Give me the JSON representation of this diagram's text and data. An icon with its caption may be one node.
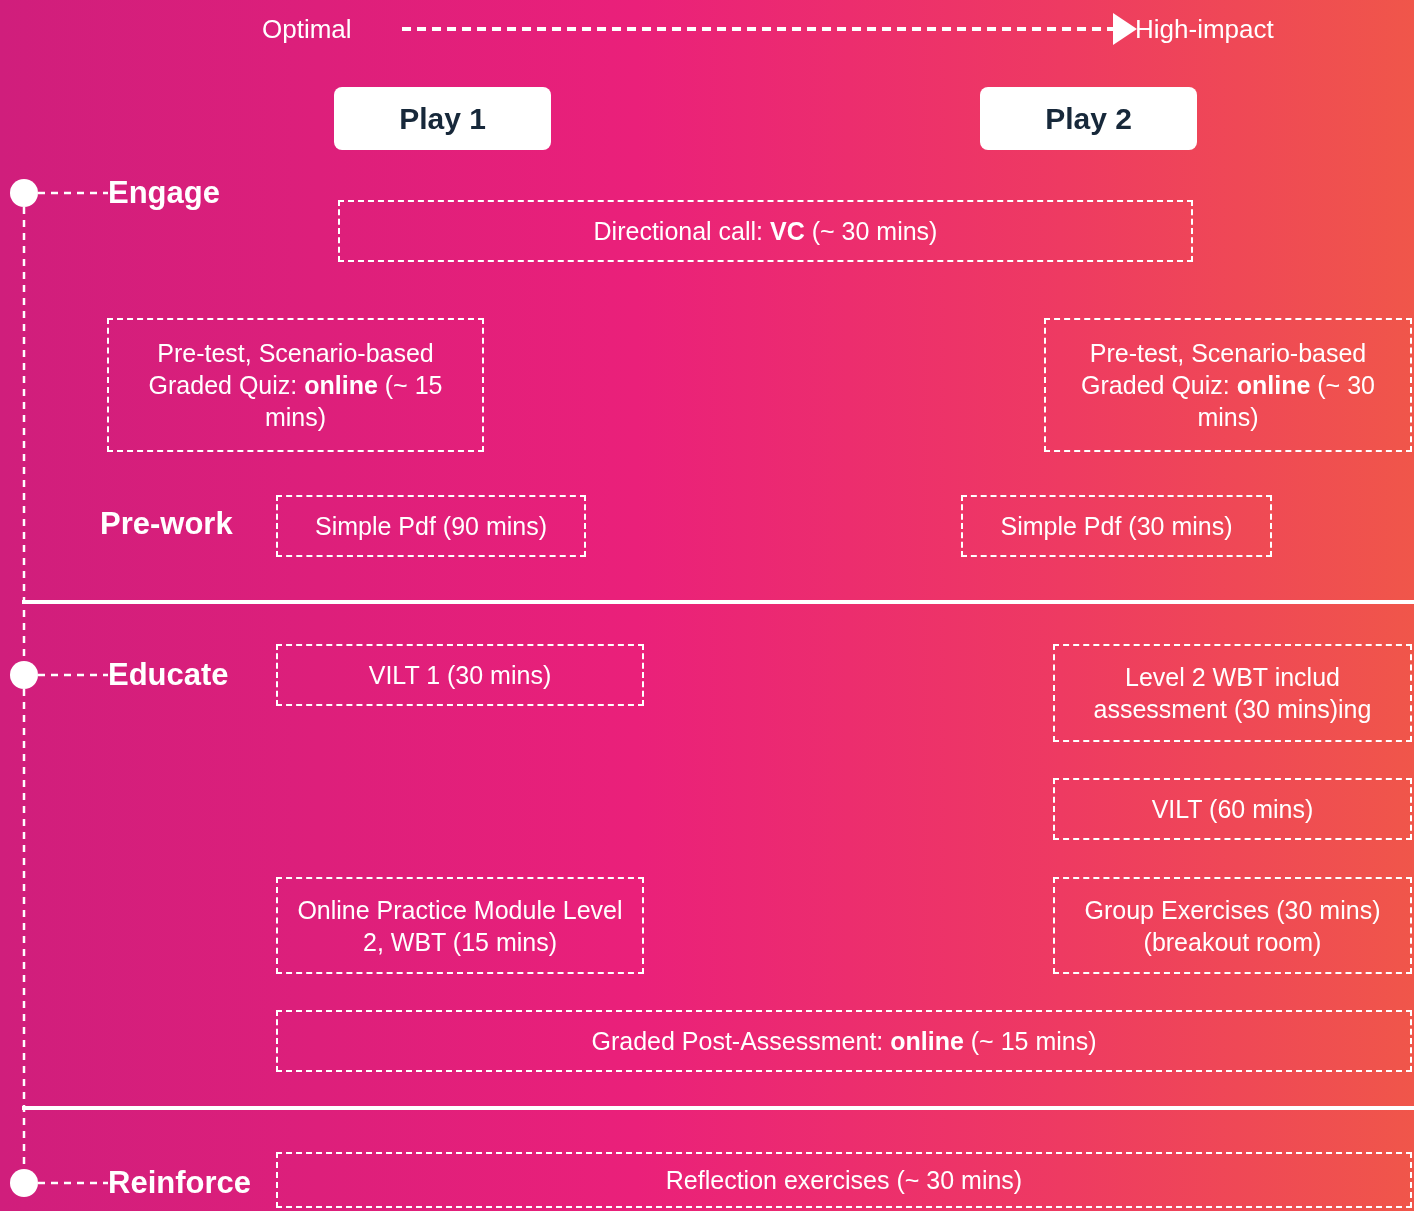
{
  "diagram": {
    "nodes": [
      {
        "text": [
          "Optimal"
        ]
      },
      {
        "text": [
          "High-impact"
        ]
      },
      {
        "text": [
          "Play 1"
        ]
      },
      {
        "text": [
          "Play 2"
        ]
      },
      {
        "text": [],
        "shape": "circle"
      },
      {
        "text": [
          "Engage"
        ]
      },
      {
        "text": [
          "Directional call: **VC** (~ 30 mins)"
        ]
      },
      {
        "text": [
          "Pre-test, Scenario-based Graded Quiz: **online** (~ 15 mins)"
        ]
      },
      {
        "text": [
          "Pre-test, Scenario-based Graded Quiz: **online** (~ 30 mins)"
        ]
      },
      {
        "text": [
          "Pre-work"
        ]
      },
      {
        "text": [
          "Simple Pdf (90 mins)"
        ]
      },
      {
        "text": [
          "Simple Pdf (30 mins)"
        ]
      },
      {
        "text": [],
        "shape": "circle"
      },
      {
        "text": [
          "Educate"
        ]
      },
      {
        "text": [
          "VILT 1 (30 mins)"
        ]
      },
      {
        "text": [
          "Level 2 WBT includ assessment (30 mins)ing"
        ]
      },
      {
        "text": [
          "VILT (60 mins)"
        ]
      },
      {
        "text": [
          "Online Practice Module Level 2, WBT (15 mins)"
        ]
      },
      {
        "text": [
          "Group Exercises (30 mins) (breakout room)"
        ]
      },
      {
        "text": [
          "Graded Post-Assessment: **online** (~ 15 mins)"
        ]
      },
      {
        "text": [],
        "shape": "circle"
      },
      {
        "text": [
          "Reinforce"
        ]
      },
      {
        "text": [
          "Reflection exercises (~ 30 mins)"
        ]
      }
    ],
    "edges": [
      {
        "from": 0,
        "to": 1,
        "arrow": "to",
        "style": "dashed"
      },
      {
        "from": 4,
        "to": 5,
        "arrow": "none",
        "style": "dashed"
      },
      {
        "from": 4,
        "to": 12,
        "arrow": "none",
        "style": "dashed"
      },
      {
        "from": 12,
        "to": 13,
        "arrow": "none",
        "style": "dashed"
      },
      {
        "from": 12,
        "to": 20,
        "arrow": "none",
        "style": "dashed"
      },
      {
        "from": 20,
        "to": 21,
        "arrow": "none",
        "style": "dashed"
      }
    ]
  }
}
